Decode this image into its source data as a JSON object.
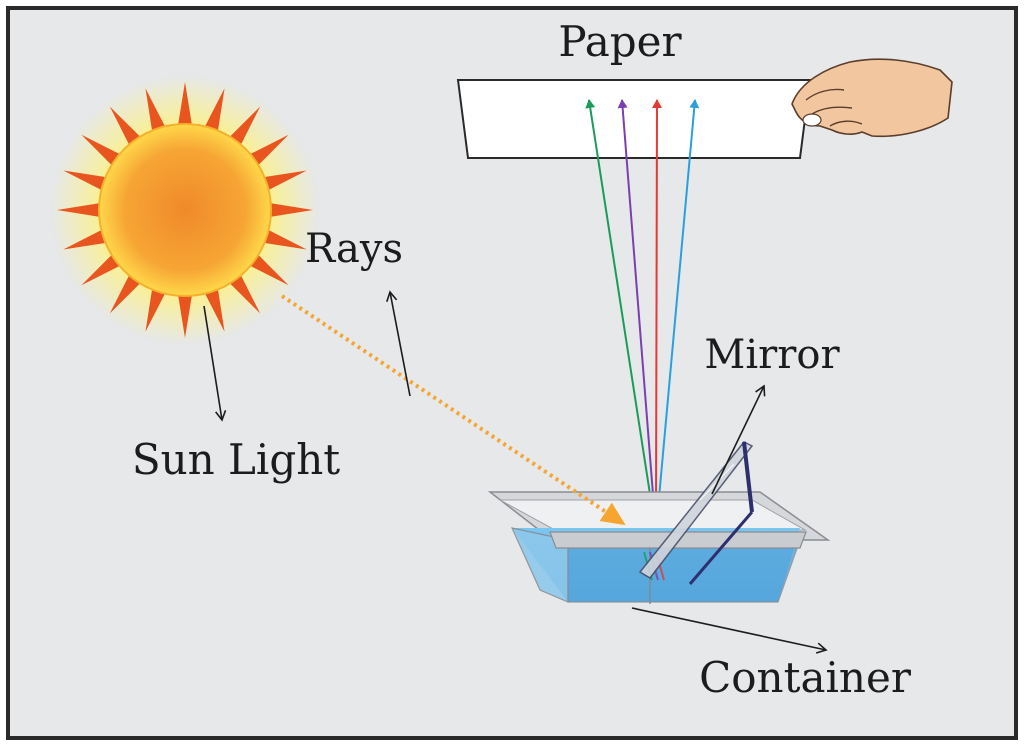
{
  "labels": {
    "paper": "Paper",
    "rays": "Rays",
    "mirror": "Mirror",
    "sun_light": "Sun Light",
    "container": "Container"
  },
  "colors": {
    "background": "#e6e8ea",
    "frame": "#2a2a2a",
    "sun_core": "#f39a2b",
    "sun_rays": "#e8551e",
    "sun_glow": "#fff27a",
    "incident_ray": "#f7a531",
    "water": "#5ab0e3",
    "skin": "#f2c7a0",
    "spectrum": [
      "#1a9b5a",
      "#7b3fb0",
      "#e53935",
      "#2a9fe0"
    ]
  },
  "spectrum_colors_named": [
    "green",
    "violet",
    "red",
    "blue"
  ]
}
